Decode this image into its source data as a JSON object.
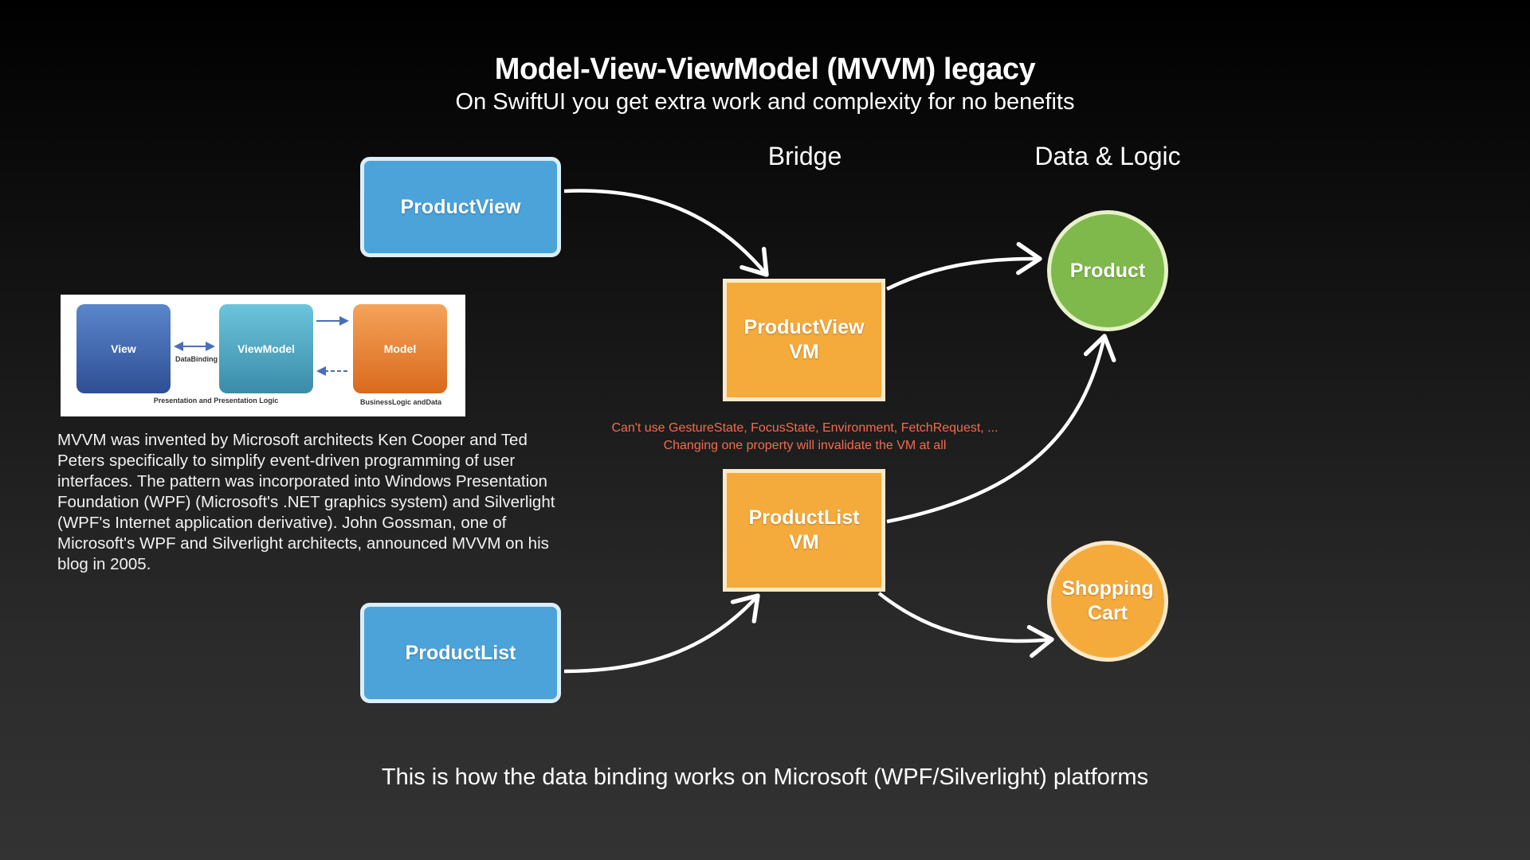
{
  "title": "Model-View-ViewModel (MVVM) legacy",
  "subtitle": "On SwiftUI you get extra work and complexity for no benefits",
  "columns": {
    "bridge": "Bridge",
    "data_logic": "Data & Logic"
  },
  "views": {
    "product_view": "ProductView",
    "product_list": "ProductList"
  },
  "view_models": {
    "product_view_vm_line1": "ProductView",
    "product_view_vm_line2": "VM",
    "product_list_vm_line1": "ProductList",
    "product_list_vm_line2": "VM"
  },
  "models": {
    "product": "Product",
    "cart_line1": "Shopping",
    "cart_line2": "Cart"
  },
  "warning": {
    "line1": "Can't use GestureState, FocusState, Environment, FetchRequest, ...",
    "line2": "Changing one property will invalidate the VM at all"
  },
  "mini_diagram": {
    "view": "View",
    "viewmodel": "ViewModel",
    "model": "Model",
    "databinding": "DataBinding",
    "presentation": "Presentation and Presentation Logic",
    "business": "BusinessLogic andData"
  },
  "description": "MVVM was invented by Microsoft architects Ken Cooper and Ted Peters specifically to simplify event-driven programming of user interfaces. The pattern was incorporated into Windows Presentation Foundation (WPF) (Microsoft's .NET graphics system) and Silverlight (WPF's Internet application derivative). John Gossman, one of Microsoft's WPF and Silverlight architects, announced MVVM on his blog in 2005.",
  "footer": "This is how the data binding works on Microsoft (WPF/Silverlight) platforms",
  "colors": {
    "view_blue": "#4ba3d9",
    "vm_orange": "#f4ab3c",
    "product_green": "#7fb94b",
    "warning_red": "#f26c4f"
  }
}
